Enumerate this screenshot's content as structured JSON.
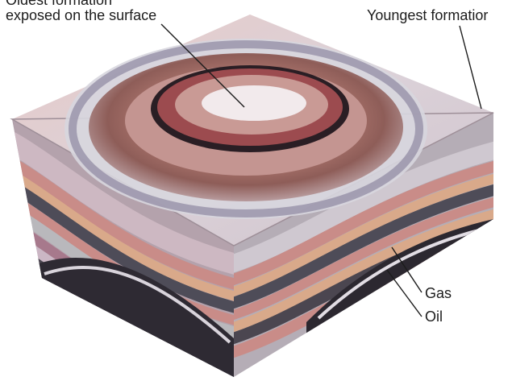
{
  "labels": {
    "oldest_line1": "Oldest formation",
    "oldest_line2": "exposed on the surface",
    "youngest": "Youngest formatior",
    "gas": "Gas",
    "oil": "Oil"
  },
  "colors": {
    "pink_rock": "#c98c88",
    "tan_rock": "#d9a98a",
    "dark_rock": "#4e4c58",
    "gray_rock": "#b9b8bc",
    "lilac_rock": "#cbb6c4",
    "core_white": "#f2eaec"
  }
}
